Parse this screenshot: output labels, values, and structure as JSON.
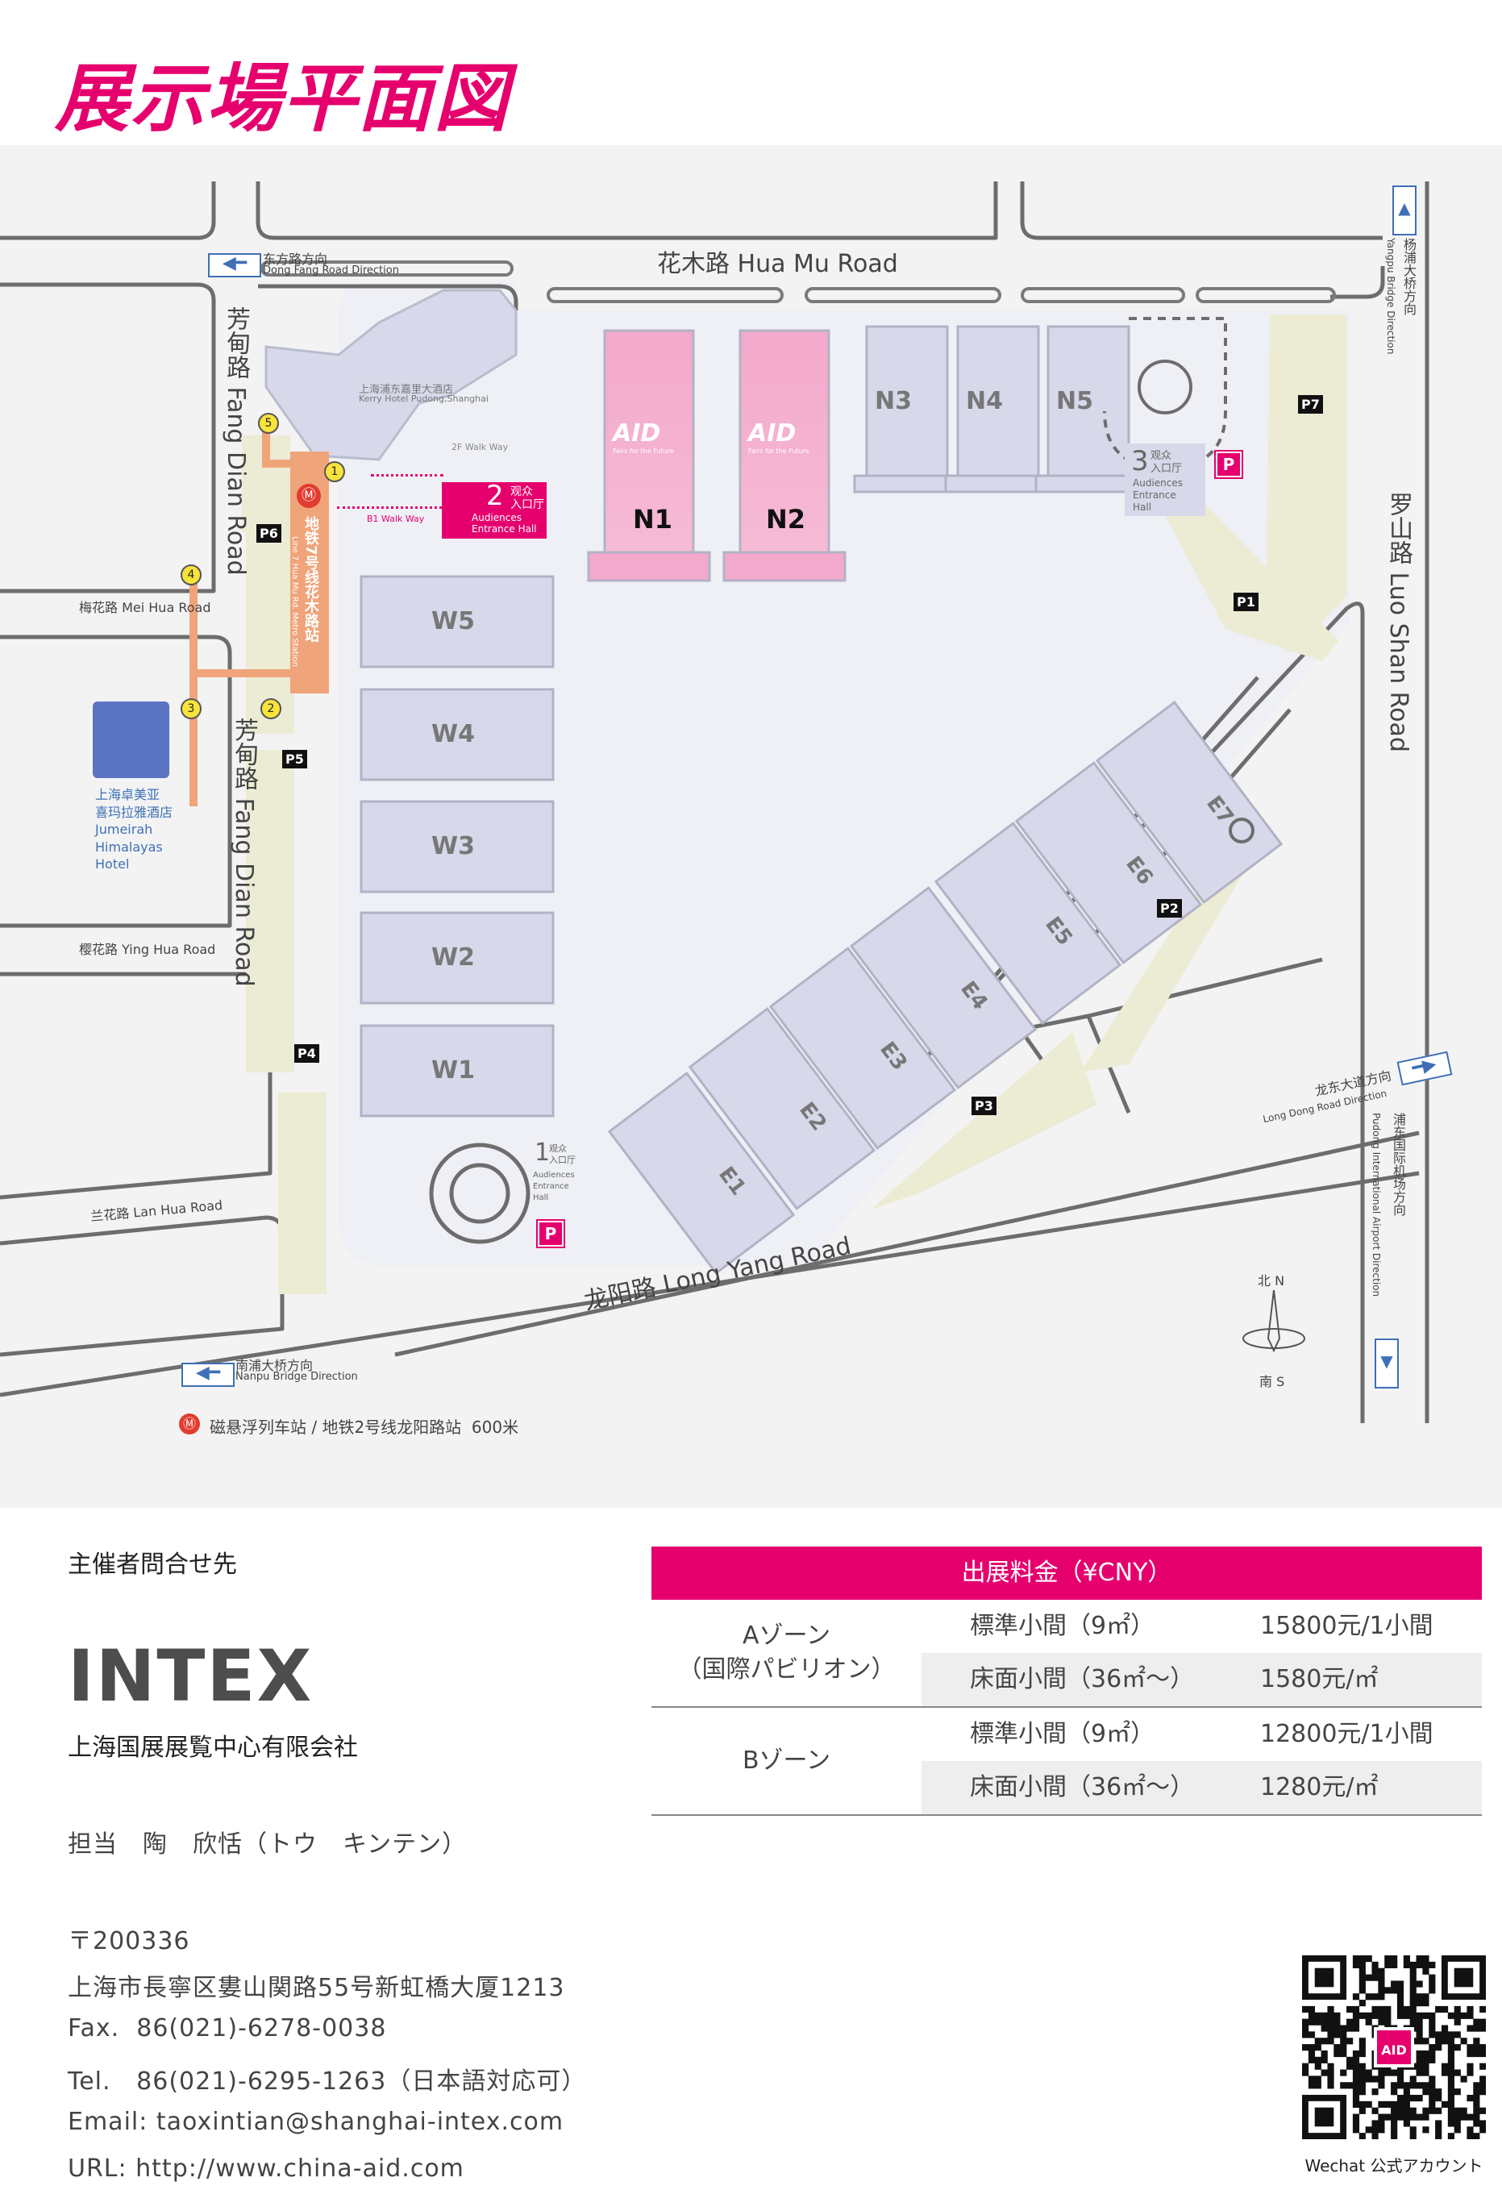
{
  "title": "展示場平面図",
  "map": {
    "roads": {
      "huamu": "花木路 Hua Mu Road",
      "luoshan": "罗山路 Luo Shan Road",
      "fangdian_top": "芳甸路 Fang Dian Road",
      "fangdian_bottom": "芳甸路 Fang Dian Road",
      "meihua": "梅花路 Mei Hua Road",
      "yinghua": "樱花路 Ying Hua Road",
      "lanhua": "兰花路 Lan Hua Road",
      "longyang": "龙阳路 Long Yang Road"
    },
    "directions": {
      "dongfang": "东方路方向",
      "dongfang_en": "Dong Fang Road Direction",
      "yangpu": "杨浦大桥方向",
      "yangpu_en": "Yangpu Bridge Direction",
      "nanpu": "南浦大桥方向",
      "nanpu_en": "Nanpu Bridge Direction",
      "longdong": "龙东大道方向",
      "longdong_en": "Long Dong Road Direction",
      "airport": "浦东国际机场方向",
      "airport_en": "Pudong International Airport Direction"
    },
    "halls": {
      "n1": "N1",
      "n2": "N2",
      "n3": "N3",
      "n4": "N4",
      "n5": "N5",
      "w1": "W1",
      "w2": "W2",
      "w3": "W3",
      "w4": "W4",
      "w5": "W5",
      "e1": "E1",
      "e2": "E2",
      "e3": "E3",
      "e4": "E4",
      "e5": "E5",
      "e6": "E6",
      "e7": "E7"
    },
    "brand": "AID",
    "brand_sub": "Fairs for the Future",
    "parking": {
      "p1": "P1",
      "p2": "P2",
      "p3": "P3",
      "p4": "P4",
      "p5": "P5",
      "p6": "P6",
      "p7": "P7",
      "sign": "P"
    },
    "entrances": {
      "e2_num": "2",
      "e2_cn1": "观众",
      "e2_cn2": "入口厅",
      "e2_en1": "Audiences",
      "e2_en2": "Entrance Hall",
      "e3_num": "3",
      "e3_cn1": "观众",
      "e3_cn2": "入口厅",
      "e3_en1": "Audiences",
      "e3_en2": "Entrance",
      "e3_en3": "Hall",
      "e1_num": "1",
      "e1_cn1": "观众",
      "e1_cn2": "入口厅",
      "e1_en1": "Audiences",
      "e1_en2": "Entrance",
      "e1_en3": "Hall"
    },
    "hotel_kerry_cn": "上海浦东嘉里大酒店",
    "hotel_kerry_en": "Kerry Hotel Pudong,Shanghai",
    "walk_2f": "2F Walk Way",
    "walk_b1": "B1 Walk Way",
    "metro_cn": "地铁7号线花木路站",
    "metro_en": "Line 7 Hua Mu Rd. Metro Station",
    "exits": [
      "1",
      "2",
      "3",
      "4",
      "5"
    ],
    "hotel_jumeirah": [
      "上海卓美亚",
      "喜玛拉雅酒店",
      "Jumeirah",
      "Himalayas",
      "Hotel"
    ],
    "north": "北 N",
    "south": "南 S",
    "maglev_note": "磁悬浮列车站 / 地铁2号线龙阳路站  600米"
  },
  "contact": {
    "heading": "主催者問合せ先",
    "logo": "INTEX",
    "company": "上海国展展覧中心有限会社",
    "person": "担当　陶　欣恬（トウ　キンテン）",
    "postal": "〒200336",
    "address": "上海市長寧区婁山関路55号新虹橋大厦1213",
    "fax": "Fax.  86(021)-6278-0038",
    "tel": "Tel.   86(021)-6295-1263（日本語対応可）",
    "email": "Email: taoxintian@shanghai-intex.com",
    "url": "URL: http://www.china-aid.com"
  },
  "pricing": {
    "header": "出展料金（¥CNY）",
    "zones": [
      {
        "name_line1": "Aゾーン",
        "name_line2": "（国際パビリオン）",
        "rows": [
          {
            "type": "標準小間（9㎡）",
            "price": "15800元/1小間"
          },
          {
            "type": "床面小間（36㎡～）",
            "price": "1580元/㎡"
          }
        ]
      },
      {
        "name_line1": "Bゾーン",
        "name_line2": "",
        "rows": [
          {
            "type": "標準小間（9㎡）",
            "price": "12800元/1小間"
          },
          {
            "type": "床面小間（36㎡～）",
            "price": "1280元/㎡"
          }
        ]
      }
    ]
  },
  "qr": {
    "badge": "AID",
    "caption": "Wechat 公式アカウント"
  },
  "colors": {
    "accent": "#e6006e",
    "hall": "#d7d9ea",
    "hall_pink": "#f3a9cb",
    "parking_area": "#ecebd4",
    "metro": "#f0a47a",
    "road_line": "#6d6d6d",
    "arrow_blue": "#3f6fb6"
  }
}
